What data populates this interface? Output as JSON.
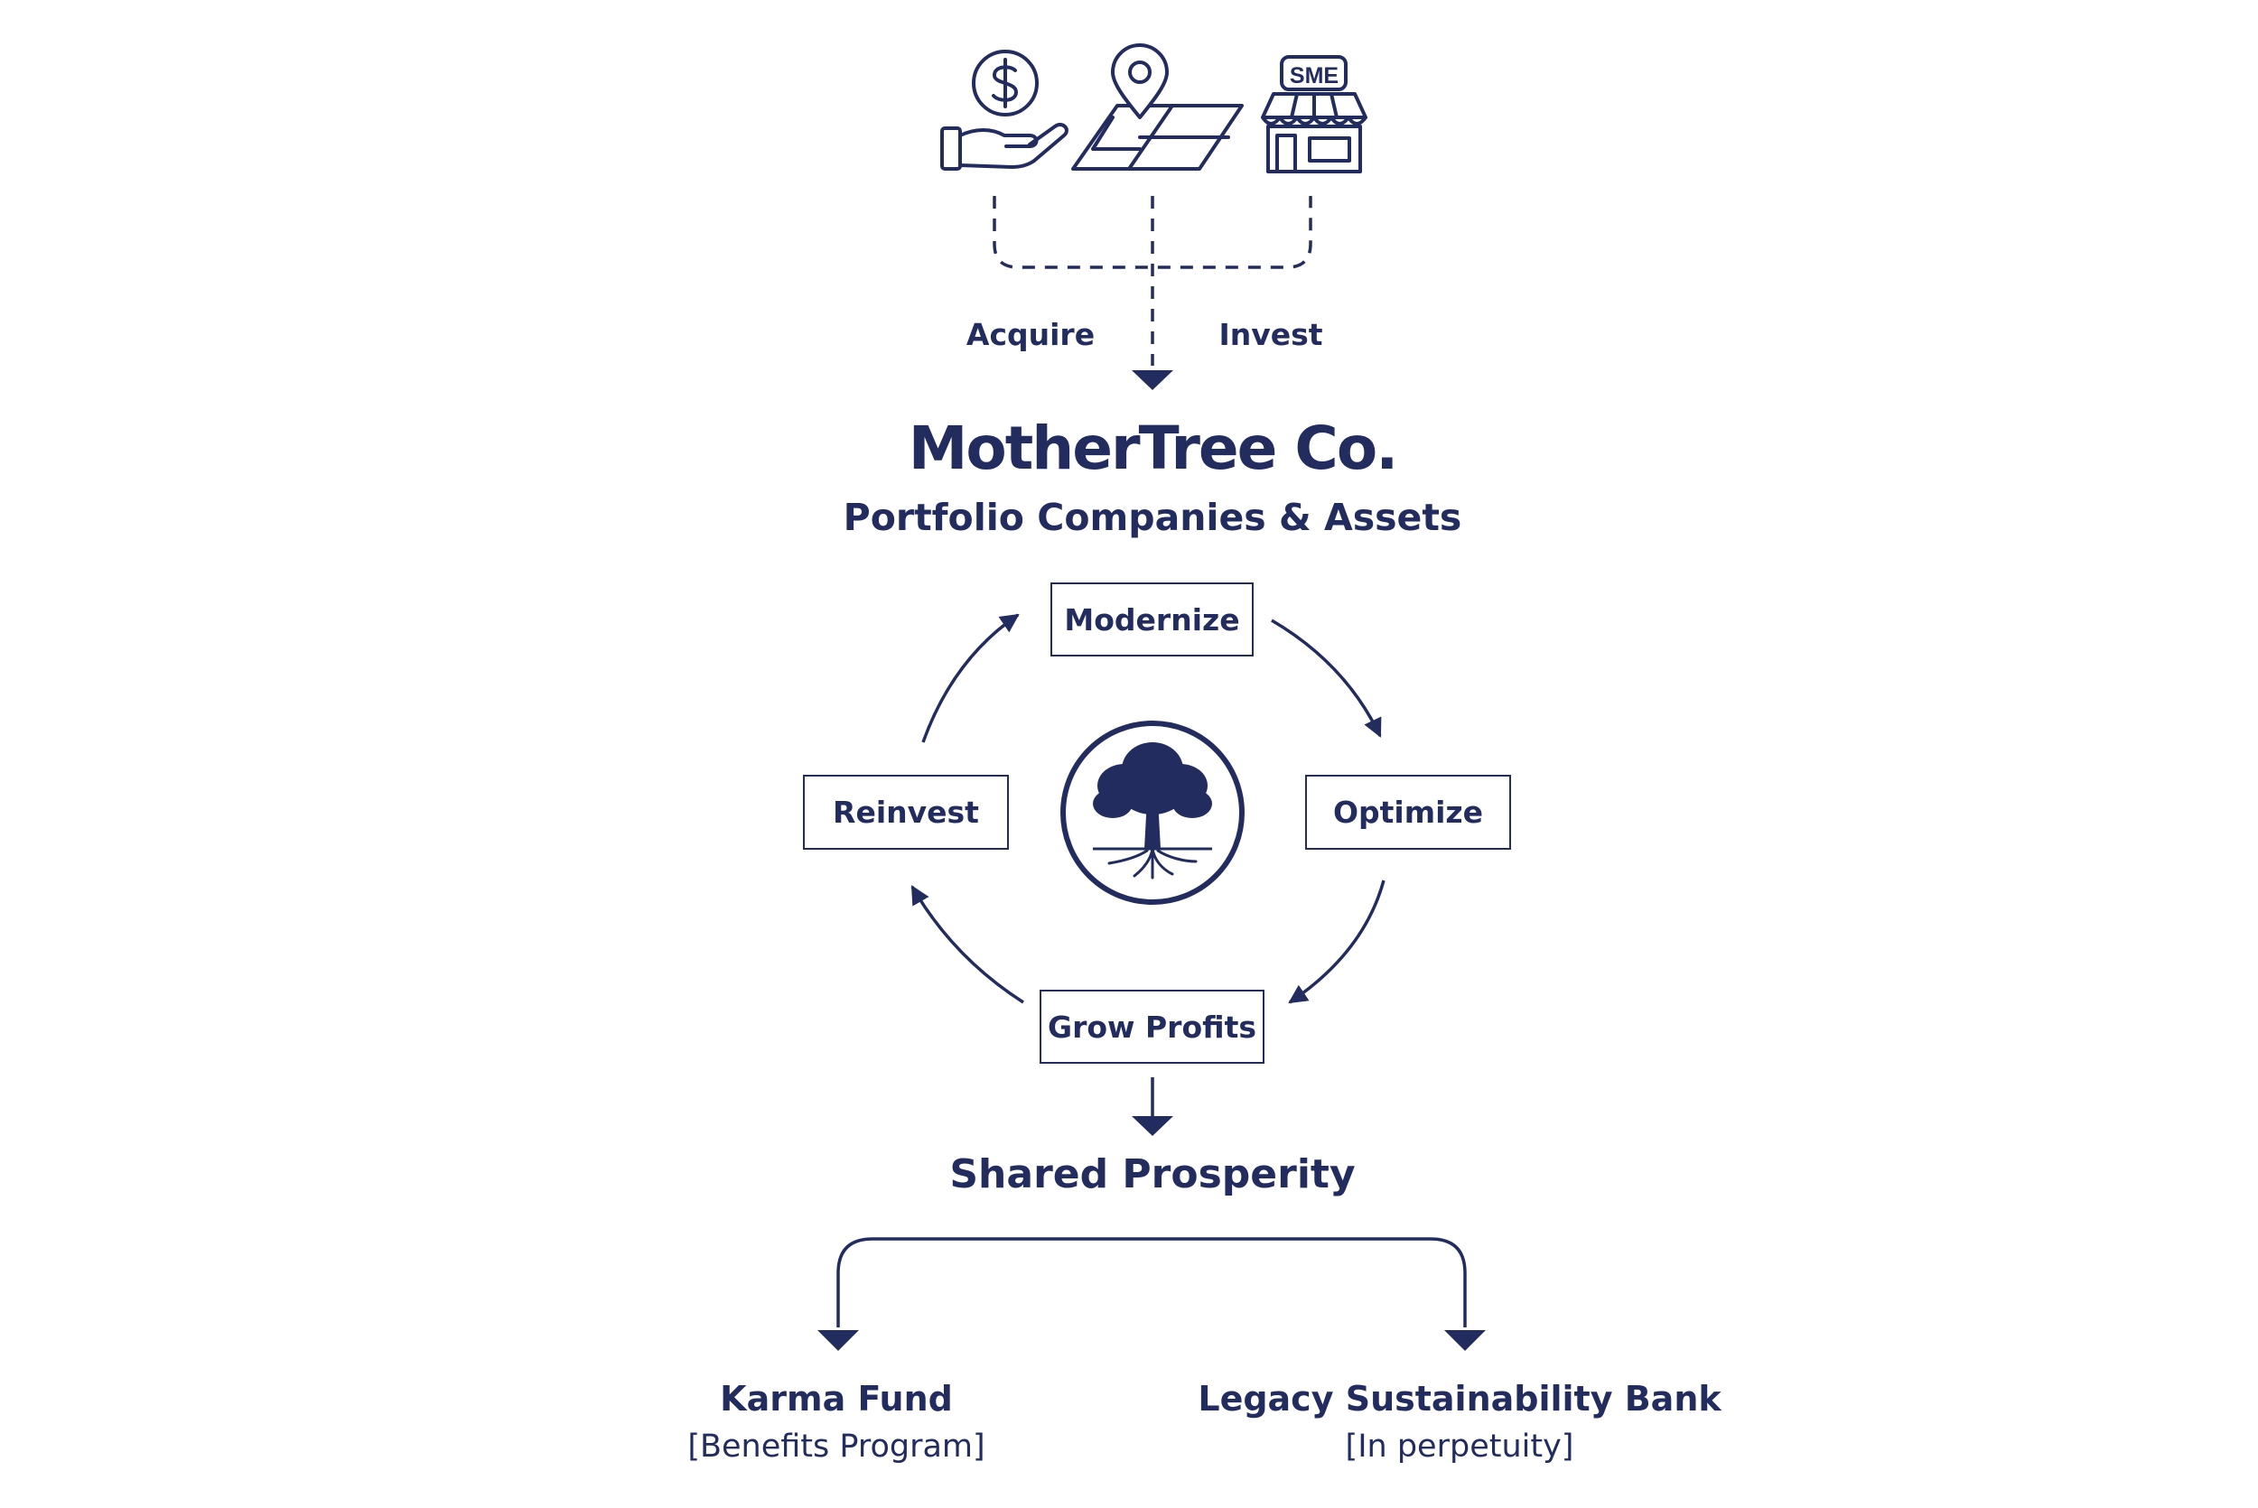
{
  "colors": {
    "primary": "#232c5f",
    "background": "#ffffff"
  },
  "icons": [
    "hand-money-icon",
    "map-location-icon",
    "sme-shop-icon",
    "tree-logo-icon"
  ],
  "sme_label": "SME",
  "inputs": {
    "left_label": "Acquire",
    "right_label": "Invest"
  },
  "company": {
    "name": "MotherTree Co.",
    "subtitle": "Portfolio Companies & Assets"
  },
  "cycle": {
    "top": "Modernize",
    "right": "Optimize",
    "bottom": "Grow Profits",
    "left": "Reinvest"
  },
  "outcome": "Shared Prosperity",
  "outputs": [
    {
      "name": "Karma Fund",
      "detail": "[Benefits Program]"
    },
    {
      "name": "Legacy Sustainability Bank",
      "detail": "[In perpetuity]"
    }
  ]
}
